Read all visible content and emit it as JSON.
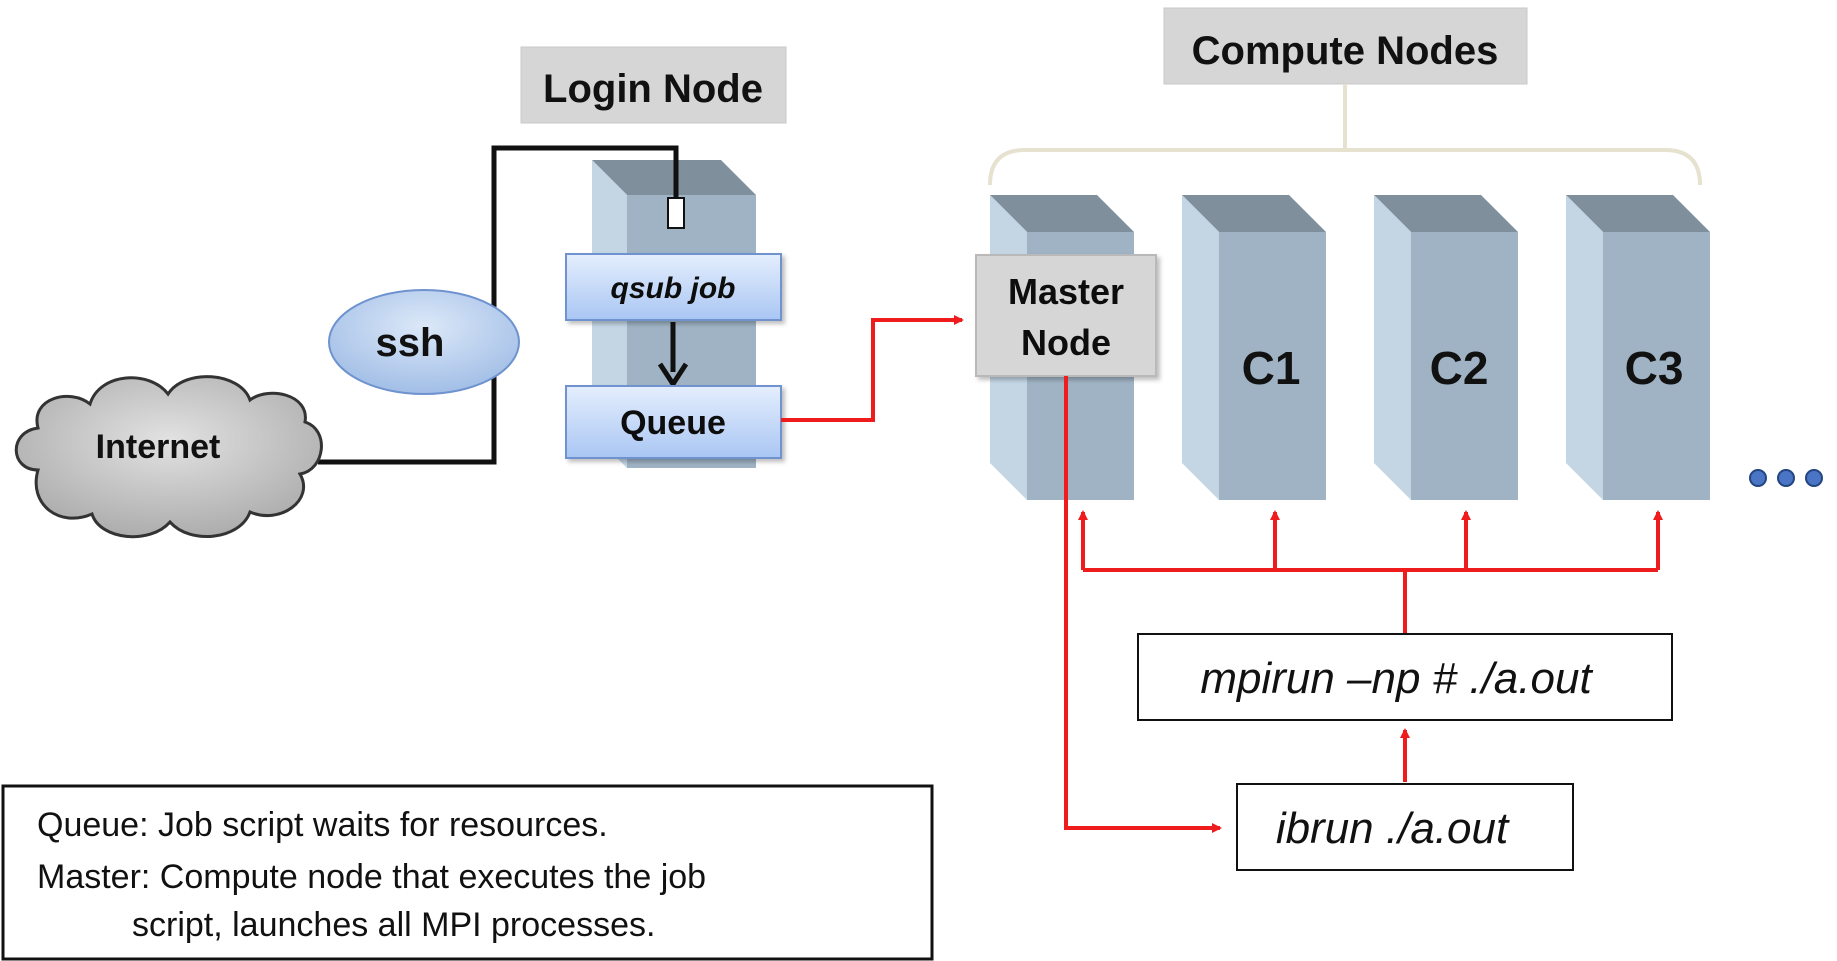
{
  "login_node": {
    "title": "Login Node",
    "qsub_label": "qsub job",
    "queue_label": "Queue"
  },
  "internet": {
    "label": "Internet"
  },
  "ssh": {
    "label": "ssh"
  },
  "compute_nodes": {
    "title": "Compute Nodes",
    "master_line1": "Master",
    "master_line2": "Node",
    "nodes": [
      {
        "label": "C1"
      },
      {
        "label": "C2"
      },
      {
        "label": "C3"
      }
    ]
  },
  "mpirun": {
    "label": "mpirun –np # ./a.out"
  },
  "ibrun": {
    "label": "ibrun ./a.out"
  },
  "legend": {
    "line1": "Queue: Job script waits for resources.",
    "line2": "Master: Compute node that executes the job",
    "line3": "script, launches all MPI processes."
  },
  "colors": {
    "arrow_red": "#ee1c1c",
    "node_front": "#9fb3c4",
    "node_side": "#c4d6e4",
    "node_top": "#7f8f9c",
    "label_box_gray": "#d6d6d6",
    "queue_blue": "#c9defb"
  }
}
